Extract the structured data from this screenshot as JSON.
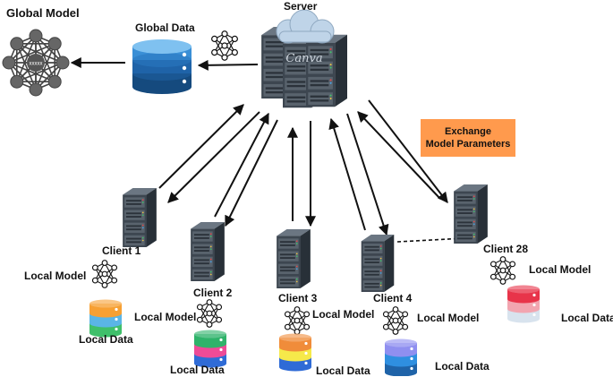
{
  "global_model": {
    "label": "Global Model",
    "node_label": "xxxxx"
  },
  "global_data": {
    "label": "Global Data",
    "colors": [
      "#3a8fd6",
      "#1f63a8",
      "#154a7e"
    ]
  },
  "server": {
    "label": "Server",
    "brand": "Canva"
  },
  "callout": {
    "line1": "Exchange",
    "line2": "Model Parameters",
    "color": "#ff9a4d"
  },
  "clients": [
    {
      "label": "Client 1",
      "model_label": "Local Model",
      "data_label": "Local Data",
      "disk_colors": [
        "#f7a033",
        "#5ab5e6",
        "#3fbf6a"
      ]
    },
    {
      "label": "Client 2",
      "model_label": "Local Model",
      "data_label": "Local Data",
      "disk_colors": [
        "#2fb36a",
        "#ee4b97",
        "#2f6bd6"
      ]
    },
    {
      "label": "Client 3",
      "model_label": "Local Model",
      "data_label": "Local Data",
      "disk_colors": [
        "#f08c3a",
        "#f6e94a",
        "#2f6bd6"
      ]
    },
    {
      "label": "Client 4",
      "model_label": "Local Model",
      "data_label": "Local Data",
      "disk_colors": [
        "#8f8ff0",
        "#2f8fe0",
        "#1f63a8"
      ]
    },
    {
      "label": "Client 28",
      "model_label": "Local Model",
      "data_label": "Local Data",
      "disk_colors": [
        "#e8344a",
        "#f2a5b0",
        "#d8e3ee"
      ]
    }
  ]
}
